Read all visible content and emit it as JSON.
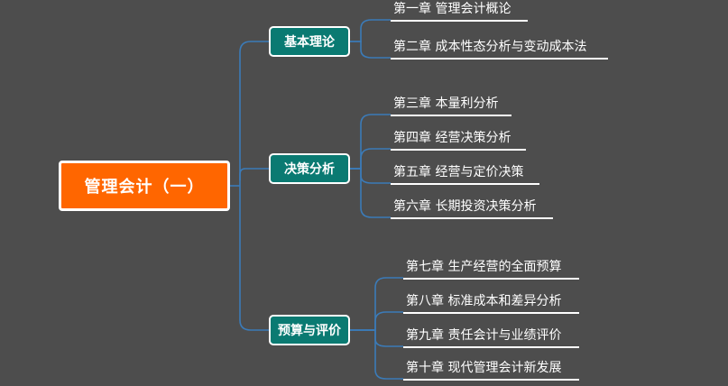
{
  "root": {
    "label": "管理会计（一）"
  },
  "branches": [
    {
      "label": "基本理论",
      "chapters": [
        "第一章  管理会计概论",
        "第二章  成本性态分析与变动成本法"
      ]
    },
    {
      "label": "决策分析",
      "chapters": [
        "第三章 本量利分析",
        "第四章 经营决策分析",
        "第五章 经营与定价决策",
        "第六章 长期投资决策分析"
      ]
    },
    {
      "label": "预算与评价",
      "chapters": [
        "第七章 生产经营的全面预算",
        "第八章 标准成本和差异分析",
        "第九章 责任会计与业绩评价",
        "第十章 现代管理会计新发展"
      ]
    }
  ],
  "colors": {
    "background": "#4d4d4d",
    "root_fill": "#ff6600",
    "branch_fill": "#0a7a72",
    "connector": "#3b7bb8",
    "text": "#ffffff"
  }
}
